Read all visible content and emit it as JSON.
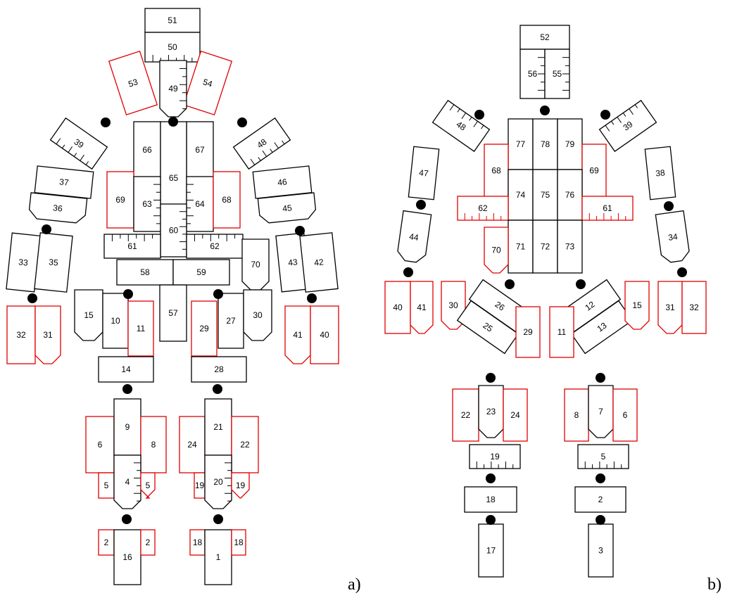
{
  "colors": {
    "black_outline": "#000000",
    "red_outline": "#e00000",
    "joint": "#000000",
    "background": "#ffffff"
  },
  "diagram_a": {
    "caption": "a)",
    "part_labels": [
      "1",
      "2",
      "2",
      "4",
      "5",
      "5",
      "6",
      "8",
      "9",
      "10",
      "11",
      "14",
      "15",
      "16",
      "18",
      "18",
      "19",
      "19",
      "20",
      "21",
      "22",
      "24",
      "27",
      "28",
      "29",
      "30",
      "31",
      "31",
      "32",
      "32",
      "33",
      "35",
      "36",
      "37",
      "39",
      "40",
      "40",
      "41",
      "41",
      "42",
      "43",
      "45",
      "46",
      "48",
      "49",
      "50",
      "51",
      "53",
      "54",
      "57",
      "58",
      "59",
      "60",
      "61",
      "62",
      "63",
      "64",
      "65",
      "66",
      "67",
      "68",
      "69",
      "70"
    ]
  },
  "diagram_b": {
    "caption": "b)",
    "part_labels": [
      "2",
      "3",
      "5",
      "6",
      "7",
      "8",
      "11",
      "12",
      "13",
      "15",
      "17",
      "18",
      "19",
      "22",
      "23",
      "24",
      "25",
      "26",
      "29",
      "30",
      "31",
      "32",
      "34",
      "38",
      "39",
      "40",
      "41",
      "44",
      "47",
      "48",
      "52",
      "55",
      "56",
      "61",
      "62",
      "68",
      "69",
      "70",
      "71",
      "72",
      "73",
      "74",
      "75",
      "76",
      "77",
      "78",
      "79"
    ]
  }
}
